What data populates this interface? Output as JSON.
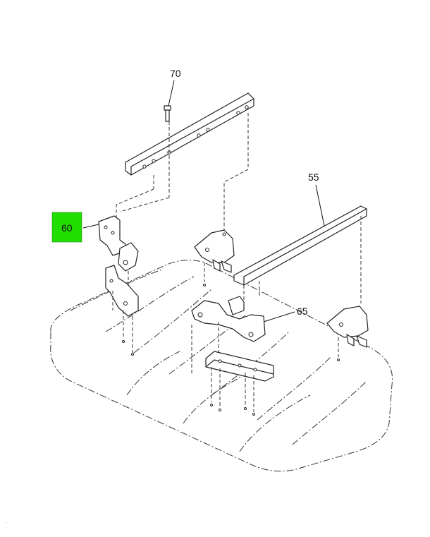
{
  "callouts": {
    "p55": {
      "label": "55",
      "highlight": false
    },
    "p60": {
      "label": "60",
      "highlight": true,
      "highlight_color": "#22dd00"
    },
    "p65": {
      "label": "65",
      "highlight": false
    },
    "p70": {
      "label": "70",
      "highlight": false
    }
  },
  "colors": {
    "line": "#222222",
    "background": "#ffffff",
    "highlight": "#22dd00"
  }
}
